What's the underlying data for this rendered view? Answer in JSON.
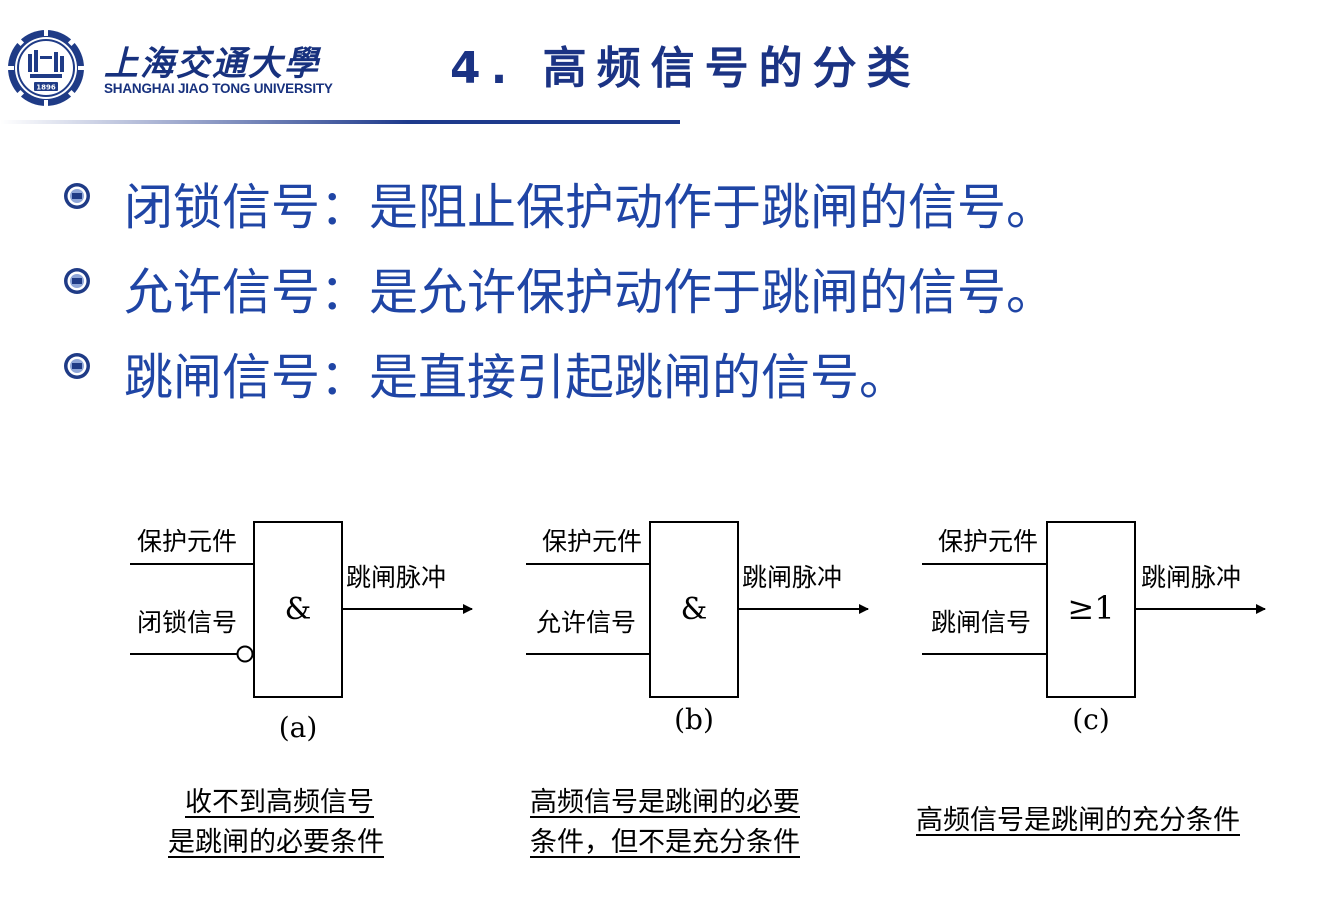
{
  "header": {
    "logo_cn": "上海交通大學",
    "logo_en": "SHANGHAI  JIAO TONG  UNIVERSITY",
    "logo_year": "1896",
    "title": "4. 高频信号的分类"
  },
  "bullets": [
    "闭锁信号：是阻止保护动作于跳闸的信号。",
    "允许信号：是允许保护动作于跳闸的信号。",
    "跳闸信号：是直接引起跳闸的信号。"
  ],
  "diagrams": [
    {
      "input1": "保护元件",
      "input2": "闭锁信号",
      "gate": "&",
      "output": "跳闸脉冲",
      "label": "(a)",
      "caption": [
        "收不到高频信号",
        "是跳闸的必要条件"
      ]
    },
    {
      "input1": "保护元件",
      "input2": "允许信号",
      "gate": "&",
      "output": "跳闸脉冲",
      "label": "(b)",
      "caption": [
        "高频信号是跳闸的必要",
        "条件，但不是充分条件"
      ]
    },
    {
      "input1": "保护元件",
      "input2": "跳闸信号",
      "gate": "≥1",
      "output": "跳闸脉冲",
      "label": "(c)",
      "caption": [
        "高频信号是跳闸的充分条件"
      ]
    }
  ],
  "colors": {
    "title": "#1b3384",
    "bullet_text": "#1f45a5",
    "logo": "#17317e"
  }
}
